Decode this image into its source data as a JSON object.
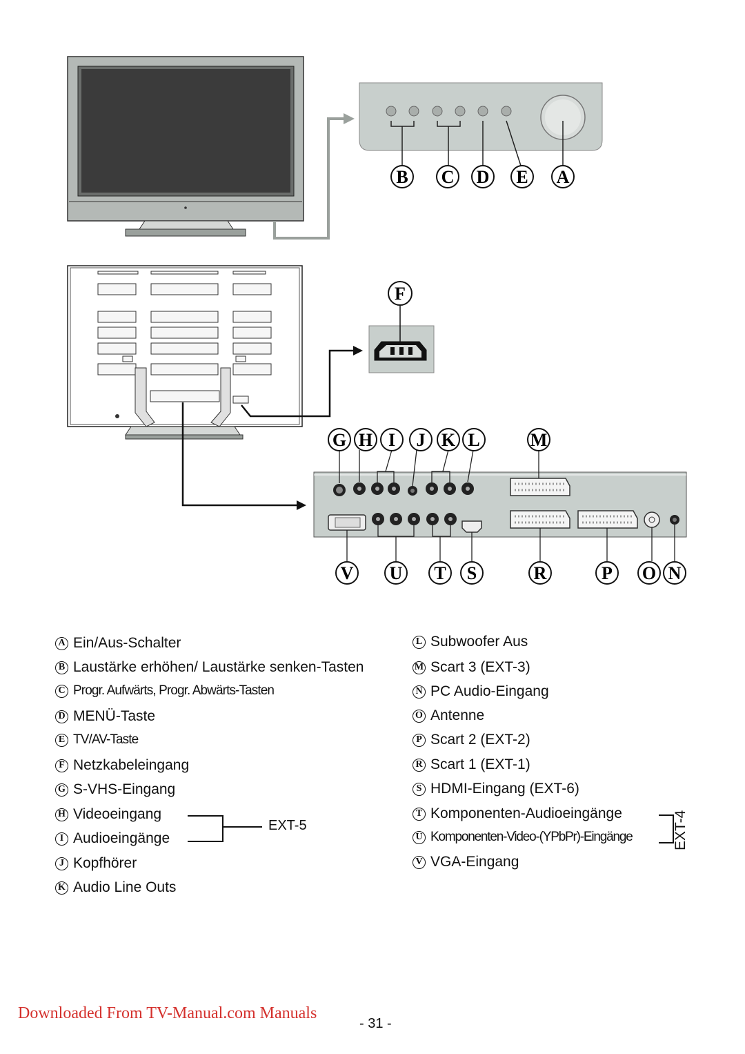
{
  "diagram": {
    "callouts_top": [
      "B",
      "C",
      "D",
      "E",
      "A"
    ],
    "callout_power": "F",
    "callouts_upper_panel": [
      "G",
      "H",
      "I",
      "J",
      "K",
      "L",
      "M"
    ],
    "callouts_lower_panel": [
      "V",
      "U",
      "T",
      "S",
      "R",
      "P",
      "O",
      "N"
    ],
    "colors": {
      "panel": "#c8cfcc",
      "tv_frame": "#a9aeab",
      "screen": "#3a3a3a",
      "accent_link": "#d4302c"
    }
  },
  "legend": {
    "left": [
      {
        "letter": "A",
        "text": "Ein/Aus-Schalter"
      },
      {
        "letter": "B",
        "text": "Laustärke erhöhen/ Laustärke senken-Tasten"
      },
      {
        "letter": "C",
        "text": "Progr. Aufwärts, Progr. Abwärts-Tasten"
      },
      {
        "letter": "D",
        "text": "MENÜ-Taste"
      },
      {
        "letter": "E",
        "text": "TV/AV-Taste"
      },
      {
        "letter": "F",
        "text": "Netzkabeleingang"
      },
      {
        "letter": "G",
        "text": "S-VHS-Eingang"
      },
      {
        "letter": "H",
        "text": "Videoeingang"
      },
      {
        "letter": "I",
        "text": "Audioeingänge"
      },
      {
        "letter": "J",
        "text": "Kopfhörer"
      },
      {
        "letter": "K",
        "text": "Audio Line Outs"
      }
    ],
    "right": [
      {
        "letter": "L",
        "text": "Subwoofer Aus"
      },
      {
        "letter": "M",
        "text": "Scart 3 (EXT-3)"
      },
      {
        "letter": "N",
        "text": "PC Audio-Eingang"
      },
      {
        "letter": "O",
        "text": "Antenne"
      },
      {
        "letter": "P",
        "text": "Scart 2 (EXT-2)"
      },
      {
        "letter": "R",
        "text": "Scart 1 (EXT-1)"
      },
      {
        "letter": "S",
        "text": "HDMI-Eingang (EXT-6)"
      },
      {
        "letter": "T",
        "text": "Komponenten-Audioeingänge"
      },
      {
        "letter": "U",
        "text": "Komponenten-Video-(YPbPr)-Eingänge"
      },
      {
        "letter": "V",
        "text": "VGA-Eingang"
      }
    ],
    "ext5_label": "EXT-5",
    "ext4_label": "EXT-4"
  },
  "footer": {
    "download_link": "Downloaded From TV-Manual.com Manuals",
    "page_number": "- 31 -"
  }
}
